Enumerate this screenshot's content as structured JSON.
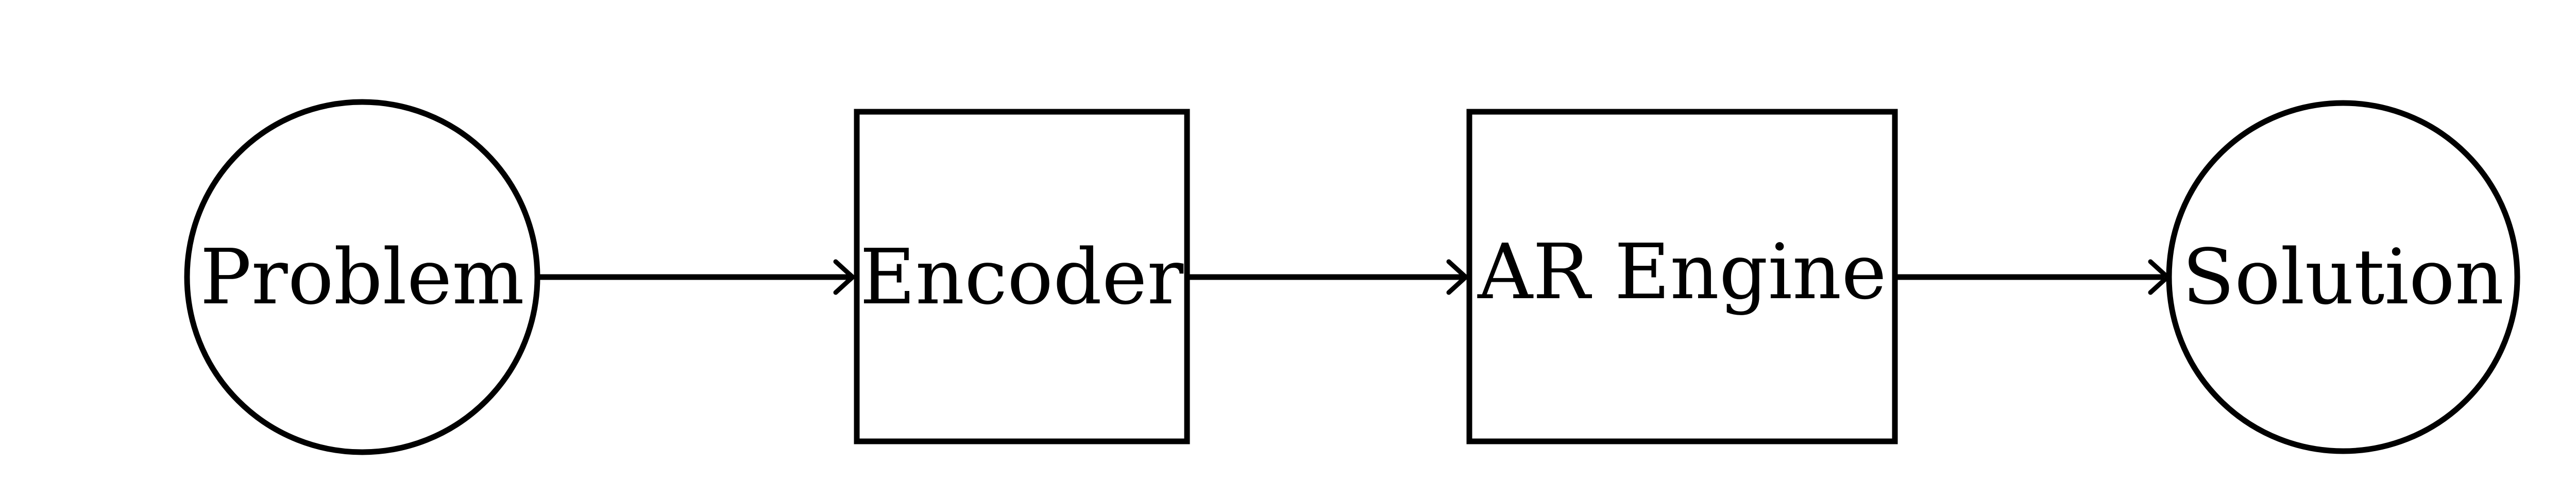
{
  "diagram": {
    "type": "flowchart",
    "direction": "left-to-right",
    "colors": {
      "stroke": "#000000",
      "text": "#000000",
      "background": "#ffffff"
    },
    "nodes": [
      {
        "id": "problem",
        "label": "Problem",
        "shape": "circle"
      },
      {
        "id": "encoder",
        "label": "Encoder",
        "shape": "rectangle"
      },
      {
        "id": "ar_engine",
        "label": "AR Engine",
        "shape": "rectangle"
      },
      {
        "id": "solution",
        "label": "Solution",
        "shape": "circle"
      }
    ],
    "edges": [
      {
        "from": "problem",
        "to": "encoder"
      },
      {
        "from": "encoder",
        "to": "ar_engine"
      },
      {
        "from": "ar_engine",
        "to": "solution"
      }
    ]
  }
}
